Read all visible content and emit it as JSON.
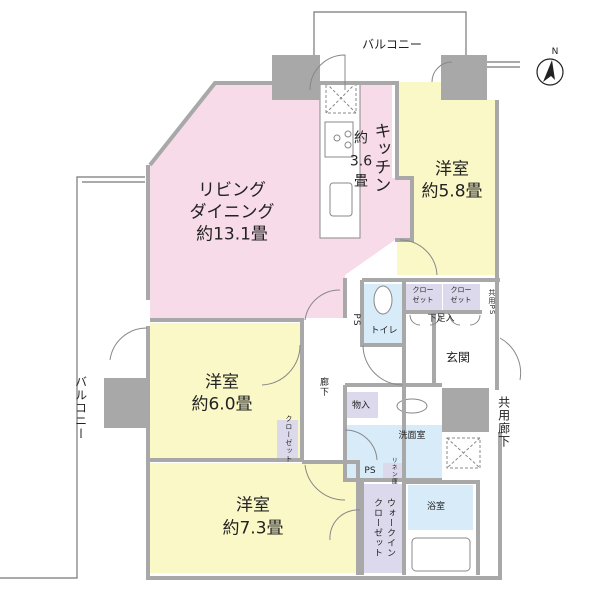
{
  "colors": {
    "living": "#f7dbe8",
    "western": "#fbf8c8",
    "wet": "#d8ebf8",
    "storage": "#dcd9ec",
    "wall": "#a8a8a8"
  },
  "compass": {
    "label": "N"
  },
  "rooms": {
    "balcony_top": "バルコニー",
    "balcony_left": "バルコニー",
    "kitchen": {
      "name": "キッチン",
      "size_a": "約",
      "size_b": "3.6",
      "size_c": "畳"
    },
    "living": {
      "line1": "リビング",
      "line2": "ダイニング",
      "size": "約13.1畳"
    },
    "western_1": {
      "name": "洋室",
      "size": "約5.8畳"
    },
    "western_2": {
      "name": "洋室",
      "size": "約6.0畳"
    },
    "western_3": {
      "name": "洋室",
      "size": "約7.3畳"
    },
    "closet_a": {
      "l1": "クロー",
      "l2": "ゼット"
    },
    "closet_b": {
      "l1": "クロー",
      "l2": "ゼット"
    },
    "closet_c": "クローゼット",
    "shared_ps": "共用PS",
    "ps_1": "PS",
    "ps_2": "PS",
    "toilet": "トイレ",
    "shoe_box": "下足入",
    "entrance": "玄関",
    "hallway": "廊下",
    "storage": "物入",
    "washroom": "洗面室",
    "shared_corridor": "共用廊下",
    "linen": "リネン庫",
    "walk_in_closet": {
      "l1": "ウォークイン",
      "l2": "クローゼット"
    },
    "bathroom": "浴室"
  }
}
